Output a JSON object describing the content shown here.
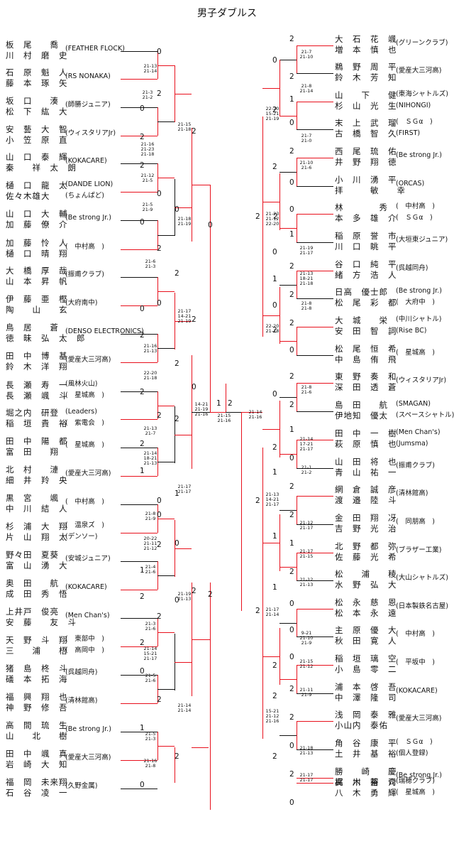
{
  "title": "男子ダブルス",
  "colors": {
    "winner_line": "#e8101c",
    "line": "#111111"
  },
  "left_entries": [
    {
      "p1": "板　尾　　喬",
      "p2": "川　村　磨　史",
      "club": "(FEATHER FLOCK)"
    },
    {
      "p1": "石　原　魁　人",
      "p2": "藤　本　琢　矢",
      "club": "(RS NONAKA)"
    },
    {
      "p1": "坂　口　　湊",
      "p2": "松　下　紘　大",
      "club": "(師勝ジュニア)"
    },
    {
      "p1": "安　藝　大　智",
      "p2": "小　笠　原　直",
      "club": "(ウィスタリアJr)"
    },
    {
      "p1": "山　口　泰　輝",
      "p2": "秦　　祥　太　朗",
      "club": "(KOKACARE)"
    },
    {
      "p1": "樋　口　龍　太",
      "p2": "佐々木雄大",
      "club": "(DANDE LION)",
      "club2": "(ちょんぱど)"
    },
    {
      "p1": "山　口　大　輔",
      "p2": "加　藤　僚　介",
      "club": "(Be strong Jr.)"
    },
    {
      "p1": "加　藤　怜　人",
      "p2": "樋　口　晴　翔",
      "club": "(　中村高　)"
    },
    {
      "p1": "大　橋　厚　哉",
      "p2": "山　本　昇　帆",
      "club": "(振甫クラブ)"
    },
    {
      "p1": "伊　藤　亜　樫",
      "p2": "陶　　山　　玄",
      "club": "(大府南中)"
    },
    {
      "p1": "鳥　居　　蒼",
      "p2": "徳　昧　弘　太　郎",
      "club": "(DENSO ELECTRONICS)"
    },
    {
      "p1": "田　中　博　基",
      "p2": "鈴　木　洋　翔",
      "club": "(愛産大三河高)"
    },
    {
      "p1": "長　瀬　寿　一",
      "p2": "長　瀬　颯　斗",
      "club": "(風林火山)",
      "club2": "(　星城高　)"
    },
    {
      "p1": "堀之内　研登",
      "p2": "稲　垣　貴　裕",
      "club": "(Leaders)",
      "club2": "(　紫電会　)"
    },
    {
      "p1": "田　中　陽　都",
      "p2": "富　田　　翔",
      "club": "(　星城高　)"
    },
    {
      "p1": "北　村　　漣",
      "p2": "細　井　羚　央",
      "club": "(愛産大三河高)"
    },
    {
      "p1": "黒　宮　　颯",
      "p2": "中　川　結　人",
      "club": "(　中村高　)"
    },
    {
      "p1": "杉　浦　大　翔",
      "p2": "片　山　翔　太",
      "club": "(　温泉ズ　)",
      "club2": "(デンソー)"
    },
    {
      "p1": "野々田　夏葵",
      "p2": "富　山　湧　大",
      "club": "(安城ジュニア)"
    },
    {
      "p1": "奥　田　　航",
      "p2": "成　田　秀　悟",
      "club": "(KOKACARE)"
    },
    {
      "p1": "上井戸　俊亮",
      "p2": "安　藤　　友　斗",
      "club": "(Men Chan's)"
    },
    {
      "p1": "天　野　斗　翔",
      "p2": "三　　浦　　梧",
      "club": "(　東部中　)",
      "club2": "(　高岡中　)"
    },
    {
      "p1": "猪　島　柊　斗",
      "p2": "礒　本　拓　海",
      "club": "(呉越同舟)"
    },
    {
      "p1": "福　興　翔　也",
      "p2": "神　野　修　吾",
      "club": "(清林館高)"
    },
    {
      "p1": "高　間　琉　生",
      "p2": "山　　北　　樹",
      "club": "(Be strong Jr.)"
    },
    {
      "p1": "田　中　颯　真",
      "p2": "岩　崎　大　知",
      "club": "(愛産大三河高)"
    },
    {
      "p1": "福　岡　未来翔",
      "p2": "石　谷　凌　一",
      "club": "(久野金属)"
    }
  ],
  "right_entries": [
    {
      "p1": "大　石　花　颯",
      "p2": "増　本　慎　也",
      "club": "(グリーンクラブ)"
    },
    {
      "p1": "鵜　野　周　平",
      "p2": "鈴　木　芳　知",
      "club": "(愛産大三河高)"
    },
    {
      "p1": "山　　下　　健",
      "p2": "杉　山　光　生",
      "club": "(東海シャトルズ)",
      "club2": "(NIHONGI)"
    },
    {
      "p1": "末　上　武　瑠",
      "p2": "古　橋　智　久",
      "club": "(　ＳＧα　)",
      "club2": "(FIRST)"
    },
    {
      "p1": "西　尾　琉　佑",
      "p2": "井　野　翔　徳",
      "club": "(Be strong Jr.)"
    },
    {
      "p1": "小　川　湧　平",
      "p2": "拝　　　敏　　幸",
      "club": "(ORCAS)"
    },
    {
      "p1": "林　　　　秀",
      "p2": "本　多　雄　介",
      "club": "(　中村高　)",
      "club2": "(　ＳＧα　)"
    },
    {
      "p1": "稲　原　誉　市",
      "p2": "川　口　眺　平",
      "club": "(大垣東ジュニア)"
    },
    {
      "p1": "谷　口　純　平",
      "p2": "緒　方　浩　人",
      "club": "(呉越同舟)"
    },
    {
      "p1": "日高　優士郎",
      "p2": "松　尾　彩　都",
      "club": "(Be strong Jr.)",
      "club2": "(　大府中　)"
    },
    {
      "p1": "大　城　　栄",
      "p2": "安　田　智　詞",
      "club": "(中川シャトル)",
      "club2": "(Rise BC)"
    },
    {
      "p1": "松　尾　恒　希",
      "p2": "中　島　侑　飛",
      "club": "(　星城高　)"
    },
    {
      "p1": "東　野　奏　和",
      "p2": "深　田　透　蒼",
      "club": "(ウィスタリアJr)"
    },
    {
      "p1": "島　田　　航",
      "p2": "伊地知　優太",
      "club": "(SMAGAN)",
      "club2": "(スペースシャトル)"
    },
    {
      "p1": "田　中　一　樹",
      "p2": "萩　原　慎　也",
      "club": "(Men Chan's)",
      "club2": "(Jumsma)"
    },
    {
      "p1": "山　田　将　也",
      "p2": "青　山　祐　一",
      "club": "(振甫クラブ)"
    },
    {
      "p1": "網　倉　誠　彦",
      "p2": "渡　邉　陸　斗",
      "club": "(清林館高)"
    },
    {
      "p1": "金　田　翔　冴",
      "p2": "吉　野　光　治",
      "club": "(　同朋高　)"
    },
    {
      "p1": "北　野　都　弥",
      "p2": "佐　藤　光　希",
      "club": "(ブラザー工業)"
    },
    {
      "p1": "松　　浦　　稜",
      "p2": "水　野　弘　大",
      "club": "(大山シャトルズ)"
    },
    {
      "p1": "松　永　慈　恩",
      "p2": "松　本　永　遠",
      "club": "(日本製鉄名古屋)"
    },
    {
      "p1": "主　原　優　大",
      "p2": "秋　田　寛　人",
      "club": "(　中村高　)"
    },
    {
      "p1": "稲　垣　璃　空",
      "p2": "小　島　零　二",
      "club": "(　平坂中　)"
    },
    {
      "p1": "浦　本　啓　吾",
      "p2": "中　澤　隆　司",
      "club": "(KOKACARE)"
    },
    {
      "p1": "浅　岡　泰　雅",
      "p2": "小山内　泰佑",
      "club": "(愛産大三河高)"
    },
    {
      "p1": "角　谷　康　平",
      "p2": "土　井　基　裕",
      "club": "(　ＳＧα　)",
      "club2": "(個人登録)"
    },
    {
      "p1": "勝　　崎　　慶",
      "p2": "高　木　蒼　介",
      "club": "(Be strong Jr.)"
    },
    {
      "p1": "梶　川　裕　司",
      "p2": "八　木　勇　輝",
      "club": "(瑞穂クラブ)",
      "club2": "(　星城高　)"
    }
  ],
  "scores": [
    [
      "21-13",
      "21-14"
    ],
    [
      "21-3",
      "21-2"
    ],
    [
      "21-16",
      "21-23",
      "21-18"
    ],
    [
      "21-12",
      "21-5"
    ],
    [
      "21-5",
      "21-9"
    ],
    [
      "21-15",
      "21-18"
    ],
    [
      "21-18",
      "21-19"
    ],
    [
      "21-6",
      "21-3"
    ],
    [
      "21-16",
      "21-13"
    ],
    [
      "22-20",
      "21-18"
    ],
    [
      "21-17",
      "14-21",
      "21-19"
    ],
    [
      "21-13",
      "21-7"
    ],
    [
      "21-14",
      "18-21",
      "21-13"
    ],
    [
      "21-17",
      "21-17"
    ],
    [
      "21-8",
      "21-9"
    ],
    [
      "20-22",
      "21-11",
      "21-12"
    ],
    [
      "21-4",
      "21-6"
    ],
    [
      "21-19",
      "21-13"
    ],
    [
      "21-3",
      "21-6"
    ],
    [
      "21-14",
      "15-21",
      "21-17"
    ],
    [
      "21-5",
      "21-6"
    ],
    [
      "21-14",
      "21-14"
    ],
    [
      "21-5",
      "21-3"
    ],
    [
      "21-16",
      "21-8"
    ],
    [
      "14-21",
      "21-19",
      "21-16"
    ],
    [
      "21-15",
      "21-16"
    ],
    [
      "21-14",
      "21-16"
    ],
    [
      "21-7",
      "21-10"
    ],
    [
      "21-8",
      "21-14"
    ],
    [
      "22-20",
      "15-21",
      "21-19"
    ],
    [
      "21-7",
      "21-0"
    ],
    [
      "21-10",
      "21-6"
    ],
    [
      "21-23",
      "21-12",
      "22-20"
    ],
    [
      "21-19",
      "21-17"
    ],
    [
      "21-13",
      "18-21",
      "21-18"
    ],
    [
      "21-8",
      "21-8"
    ],
    [
      "22-20",
      "21-18"
    ],
    [
      "21-8",
      "21-6"
    ],
    [
      "21-14",
      "17-21",
      "21-17"
    ],
    [
      "21-1",
      "21-2"
    ],
    [
      "21-13",
      "14-21",
      "21-17"
    ],
    [
      "21-12",
      "21-17"
    ],
    [
      "21-17",
      "21-15"
    ],
    [
      "21-12",
      "21-13"
    ],
    [
      "21-17",
      "21-14"
    ],
    [
      "9-21",
      "21-10",
      "21-9"
    ],
    [
      "21-15",
      "21-12"
    ],
    [
      "21-11",
      "21-9"
    ],
    [
      "15-21",
      "21-12",
      "21-16"
    ],
    [
      "21-18",
      "21-13"
    ],
    [
      "21-17",
      "21-17"
    ]
  ],
  "results": [
    "0",
    "2",
    "0",
    "2",
    "2",
    "0",
    "0",
    "2",
    "2",
    "0",
    "0",
    "2",
    "2",
    "2",
    "0",
    "2",
    "2",
    "1",
    "1",
    "0",
    "2",
    "1",
    "2",
    "0",
    "2",
    "2",
    "0",
    "2",
    "1",
    "2",
    "0",
    "0",
    "2",
    "0",
    "2",
    "2",
    "0",
    "0",
    "2",
    "2",
    "1",
    "2",
    "2",
    "0",
    "2",
    "1",
    "2",
    "0",
    "2",
    "2",
    "0",
    "0",
    "2",
    "2",
    "1",
    "0",
    "2",
    "1",
    "2",
    "0",
    "2",
    "0",
    "2",
    "2",
    "0",
    "2",
    "1",
    "0",
    "2",
    "2",
    "1",
    "2",
    "1",
    "2",
    "1",
    "2",
    "1",
    "0",
    "2",
    "0",
    "2",
    "0",
    "2",
    "2",
    "2",
    "0",
    "2",
    "2",
    "0",
    "0",
    "2",
    "1",
    "2",
    "0",
    "2",
    "2",
    "0",
    "2",
    "1",
    "2",
    "2",
    "0",
    "1",
    "2",
    "0",
    "2",
    "0",
    "2",
    "0",
    "0",
    "2",
    "2",
    "2",
    "2",
    "0",
    "2",
    "1",
    "0",
    "2",
    "1",
    "2",
    "0",
    "0",
    "2",
    "×",
    "×",
    "2",
    "0",
    "2"
  ]
}
